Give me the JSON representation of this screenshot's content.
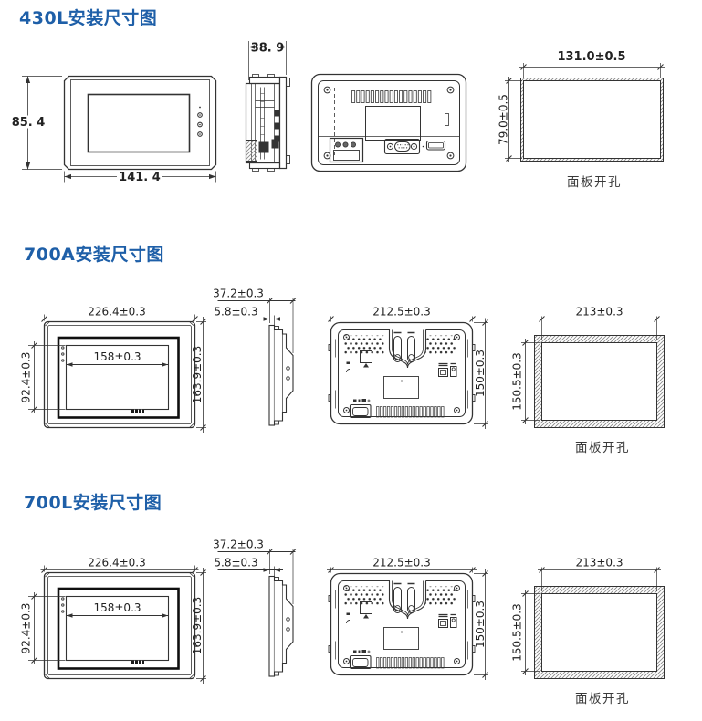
{
  "page": {
    "background": "#ffffff",
    "accent_color": "#1e5fa8",
    "line_color": "#333333"
  },
  "sections": [
    {
      "model": "430L",
      "title": "430L安装尺寸图",
      "front": {
        "height": "85. 4",
        "width": "141. 4"
      },
      "side": {
        "depth": "38. 9"
      },
      "cutout": {
        "width": "131.0±0.5",
        "height": "79.0±0.5",
        "caption": "面板开孔"
      }
    },
    {
      "model": "700A",
      "title": "700A安装尺寸图",
      "front": {
        "width": "226.4±0.3",
        "height": "163.9±0.3",
        "screen_width": "158±0.3",
        "screen_height": "92.4±0.3"
      },
      "side": {
        "depth": "37.2±0.3",
        "bezel": "5.8±0.3"
      },
      "back": {
        "width": "212.5±0.3",
        "height": "150±0.3"
      },
      "cutout": {
        "width": "213±0.3",
        "height": "150.5±0.3",
        "caption": "面板开孔"
      }
    },
    {
      "model": "700L",
      "title": "700L安装尺寸图",
      "front": {
        "width": "226.4±0.3",
        "height": "163.9±0.3",
        "screen_width": "158±0.3",
        "screen_height": "92.4±0.3"
      },
      "side": {
        "depth": "37.2±0.3",
        "bezel": "5.8±0.3"
      },
      "back": {
        "width": "212.5±0.3",
        "height": "150±0.3"
      },
      "cutout": {
        "width": "213±0.3",
        "height": "150.5±0.3",
        "caption": "面板开孔"
      }
    }
  ]
}
